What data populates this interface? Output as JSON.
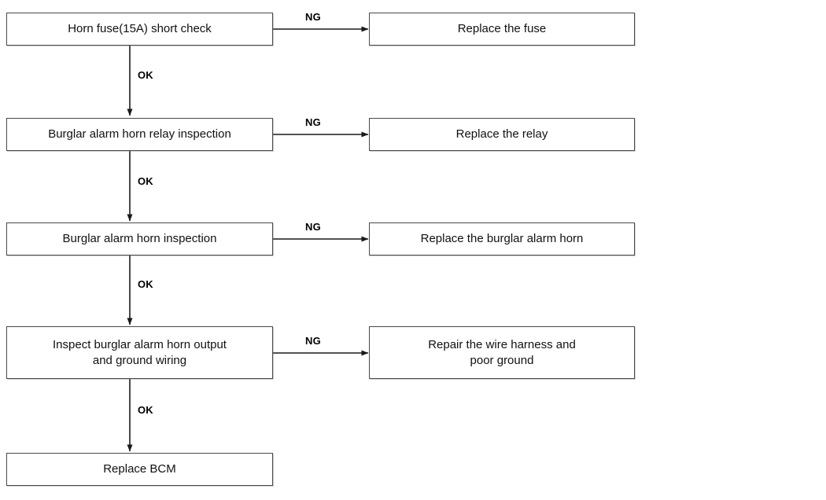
{
  "diagram": {
    "title": "Burglar alarm horn troubleshooting flowchart",
    "background_color": "#ffffff",
    "line_color": "#1a1a1a",
    "box_border_color": "#4a4a4a",
    "text_color": "#111111"
  },
  "nodes": {
    "step1": {
      "label": "Horn fuse(15A) short check"
    },
    "fix1": {
      "label": "Replace the fuse"
    },
    "step2": {
      "label": "Burglar alarm horn relay inspection"
    },
    "fix2": {
      "label": "Replace the relay"
    },
    "step3": {
      "label": "Burglar alarm horn inspection"
    },
    "fix3": {
      "label": "Replace the burglar alarm horn"
    },
    "step4": {
      "label": "Inspect burglar alarm horn output\nand ground wiring"
    },
    "fix4": {
      "label": "Repair the wire harness and\npoor ground"
    },
    "step5": {
      "label": "Replace BCM"
    }
  },
  "edges": {
    "ng1": {
      "label": "NG"
    },
    "ng2": {
      "label": "NG"
    },
    "ng3": {
      "label": "NG"
    },
    "ng4": {
      "label": "NG"
    },
    "ok1": {
      "label": "OK"
    },
    "ok2": {
      "label": "OK"
    },
    "ok3": {
      "label": "OK"
    },
    "ok4": {
      "label": "OK"
    }
  }
}
